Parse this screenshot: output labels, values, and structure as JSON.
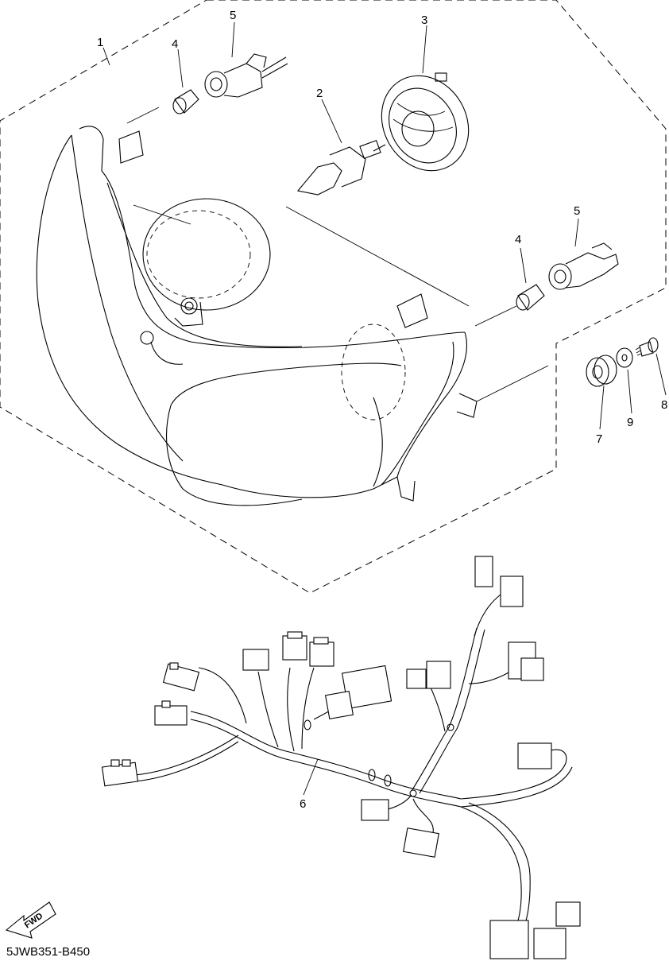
{
  "diagram_code": "5JWB351-B450",
  "fwd_label": "FWD",
  "callouts": {
    "p1": "1",
    "p2": "2",
    "p3": "3",
    "p4a": "4",
    "p4b": "4",
    "p5a": "5",
    "p5b": "5",
    "p6": "6",
    "p7": "7",
    "p8": "8",
    "p9": "9"
  }
}
